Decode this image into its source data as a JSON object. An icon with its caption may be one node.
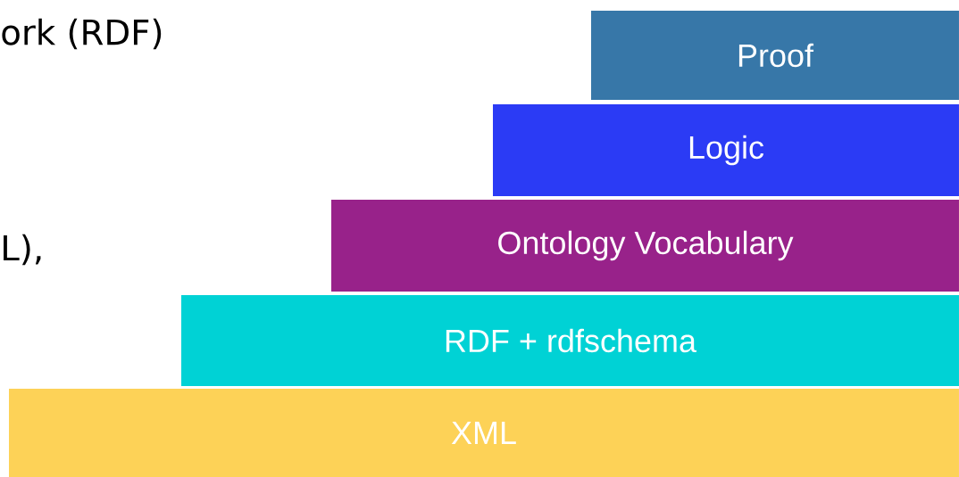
{
  "diagram": {
    "nodes": [
      {
        "text": [
          "Proof"
        ]
      },
      {
        "text": [
          "Logic"
        ]
      },
      {
        "text": [
          "Ontology Vocabulary"
        ]
      },
      {
        "text": [
          "RDF + rdfschema"
        ]
      },
      {
        "text": [
          "XML"
        ]
      }
    ],
    "labels": [
      "ork (RDF)",
      "L),"
    ]
  }
}
